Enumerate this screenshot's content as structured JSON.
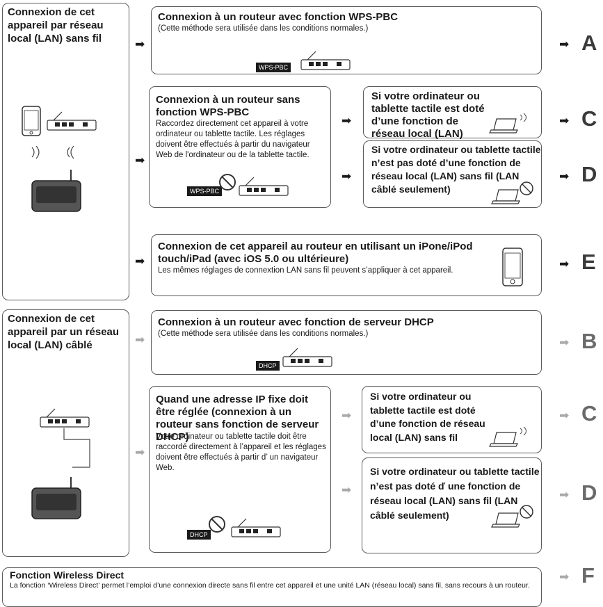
{
  "section1": {
    "title": "Connexion de cet appareil par réseau local (LAN) sans fil"
  },
  "section2": {
    "title": "Connexion de cet appareil par un réseau local (LAN) câblé"
  },
  "boxes": {
    "wps": {
      "title": "Connexion à un routeur avec fonction WPS-PBC",
      "body": "(Cette méthode sera utilisée dans les conditions normales.)",
      "badge": "WPS-PBC"
    },
    "nowps": {
      "title": "Connexion à un routeur sans fonction WPS-PBC",
      "body": "Raccordez directement cet appareil à votre ordinateur ou tablette tactile. Les réglages doivent être effectués à partir du navigateur Web de l'ordinateur ou de la tablette tactile.",
      "badge": "WPS-PBC"
    },
    "wifi_pc_1": {
      "title": "Si votre ordinateur ou tablette tactile est doté d’une fonction de réseau local (LAN) sans fil"
    },
    "nowifi_pc_1": {
      "title": "Si votre ordinateur ou tablette tactile n’est pas doté d’une fonction de réseau local (LAN) sans fil (LAN câblé seulement)"
    },
    "ios": {
      "title": "Connexion de cet appareil au routeur en utilisant un iPone/iPod touch/iPad (avec iOS 5.0 ou ultérieure)",
      "body": "Les mêmes réglages de connextion LAN sans fil peuvent s’appliquer à cet appareil."
    },
    "dhcp": {
      "title": "Connexion à un routeur avec fonction de serveur DHCP",
      "body": "(Cette méthode sera utilisée dans les conditions normales.)",
      "badge": "DHCP"
    },
    "fixed_ip": {
      "title": "Quand une adresse IP fixe doit être réglée (connexion à un routeur sans fonction de serveur DHCP)",
      "body": "Votre ordinateur ou tablette tactile doit être raccordé directement à l’appareil et les réglages doivent être effectués à partir d’ un navigateur Web.",
      "badge": "DHCP"
    },
    "wifi_pc_2": {
      "title": "Si votre ordinateur ou tablette tactile est doté d’une fonction de réseau local (LAN) sans fil"
    },
    "nowifi_pc_2": {
      "title": "Si votre ordinateur ou tablette tactile n’est pas doté ď une fonction de réseau local (LAN) sans fil (LAN câblé seulement)"
    },
    "wireless_direct": {
      "title": "Fonction Wireless Direct",
      "body": "La fonction ‘Wireless Direct’ permet l’emploi d’une connexion directe sans fil entre cet appareil et une unité LAN (réseau local) sans fil, sans recours à un routeur."
    }
  },
  "letters": [
    "A",
    "C",
    "D",
    "E",
    "B",
    "C",
    "D",
    "F"
  ],
  "arrow_glyph": "➡",
  "colors": {
    "dark": "#1a1a1a",
    "light": "#a9a9a9",
    "border": "#5a5a5a"
  }
}
